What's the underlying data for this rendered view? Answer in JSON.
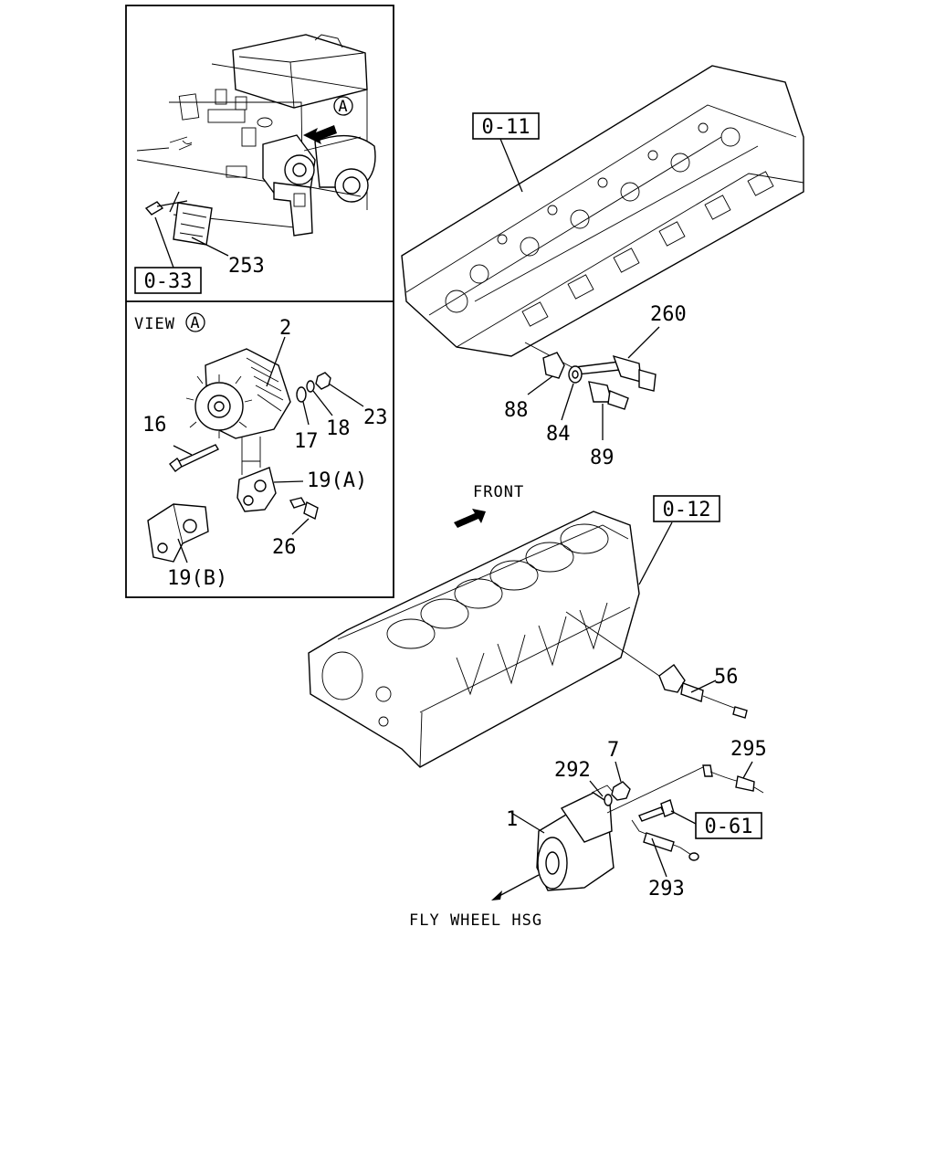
{
  "inset_top": {
    "ref": "0-33",
    "callouts": {
      "p253": "253",
      "view_marker": "A"
    }
  },
  "inset_view": {
    "title": "VIEW",
    "marker": "A",
    "callouts": {
      "p2": "2",
      "p16": "16",
      "p17": "17",
      "p18": "18",
      "p23": "23",
      "p19a": "19(A)",
      "p19b": "19(B)",
      "p26": "26"
    }
  },
  "cylinder_head": {
    "ref": "0-11",
    "callouts": {
      "p260": "260",
      "p88": "88",
      "p84": "84",
      "p89": "89"
    }
  },
  "front_label": "FRONT",
  "cylinder_block": {
    "ref": "0-12",
    "callouts": {
      "p56": "56"
    }
  },
  "starter": {
    "ref": "0-61",
    "callouts": {
      "p1": "1",
      "p7": "7",
      "p292": "292",
      "p293": "293",
      "p295": "295"
    },
    "direction_label": "FLY WHEEL HSG"
  }
}
